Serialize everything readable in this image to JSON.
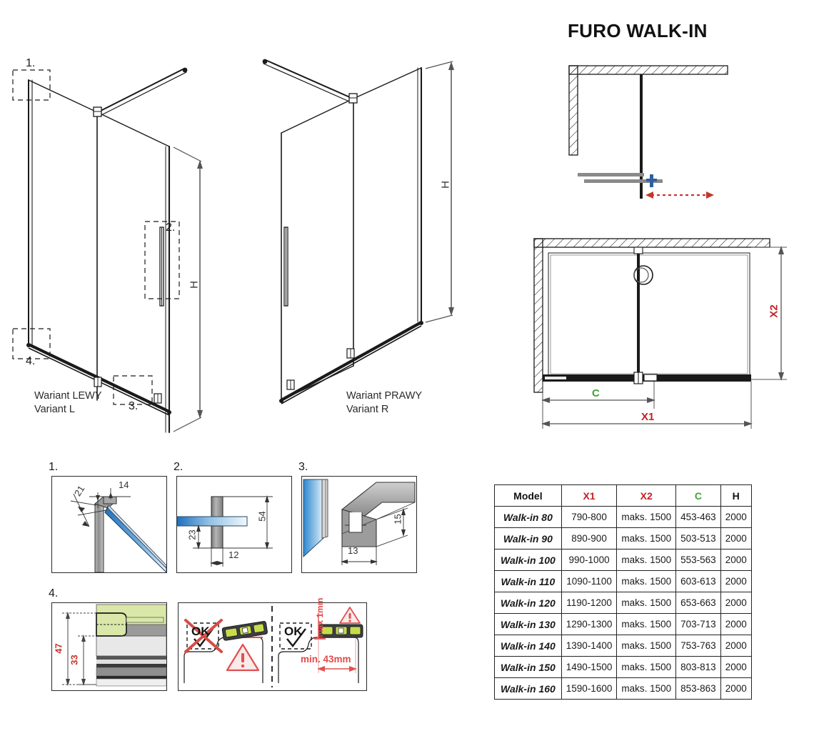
{
  "product": {
    "title": "FURO WALK-IN"
  },
  "views": {
    "left_variant": {
      "caption_pl": "Wariant LEWY",
      "caption_en": "Variant L",
      "height_letter": "H",
      "callouts": [
        "1.",
        "2.",
        "3.",
        "4."
      ]
    },
    "right_variant": {
      "caption_pl": "Wariant PRAWY",
      "caption_en": "Variant R",
      "height_letter": "H"
    }
  },
  "plan_diagrams": {
    "elevation": {
      "slide_arrow": "slide-direction-arrow"
    },
    "top_view": {
      "dim_x1": "X1",
      "dim_x2": "X2",
      "dim_c": "C"
    }
  },
  "details": [
    {
      "label": "1.",
      "dims": [
        "21",
        "14"
      ]
    },
    {
      "label": "2.",
      "dims": [
        "54",
        "23",
        "12"
      ]
    },
    {
      "label": "3.",
      "dims": [
        "13",
        "15"
      ]
    },
    {
      "label": "4.",
      "dims": [
        "47",
        "33"
      ]
    }
  ],
  "leveling_panel": {
    "wrong_label": "OK",
    "right_label": "OK",
    "max_tolerance": "max 1mm",
    "min_width": "min. 43mm"
  },
  "table": {
    "headers": [
      "Model",
      "X1",
      "X2",
      "C",
      "H"
    ],
    "header_colors": [
      "#111111",
      "#C32026",
      "#C32026",
      "#3FA535",
      "#111111"
    ],
    "rows": [
      [
        "Walk-in 80",
        "790-800",
        "maks. 1500",
        "453-463",
        "2000"
      ],
      [
        "Walk-in 90",
        "890-900",
        "maks. 1500",
        "503-513",
        "2000"
      ],
      [
        "Walk-in 100",
        "990-1000",
        "maks. 1500",
        "553-563",
        "2000"
      ],
      [
        "Walk-in 110",
        "1090-1100",
        "maks. 1500",
        "603-613",
        "2000"
      ],
      [
        "Walk-in 120",
        "1190-1200",
        "maks. 1500",
        "653-663",
        "2000"
      ],
      [
        "Walk-in 130",
        "1290-1300",
        "maks. 1500",
        "703-713",
        "2000"
      ],
      [
        "Walk-in 140",
        "1390-1400",
        "maks. 1500",
        "753-763",
        "2000"
      ],
      [
        "Walk-in 150",
        "1490-1500",
        "maks. 1500",
        "803-813",
        "2000"
      ],
      [
        "Walk-in 160",
        "1590-1600",
        "maks. 1500",
        "853-863",
        "2000"
      ]
    ]
  },
  "colors": {
    "red": "#C32026",
    "green": "#3FA535",
    "annotation_red": "#E04A4A",
    "glass_blue": "#2E79C4",
    "metal_grey": "#8a8a8a",
    "line": "#1a1a1a"
  }
}
